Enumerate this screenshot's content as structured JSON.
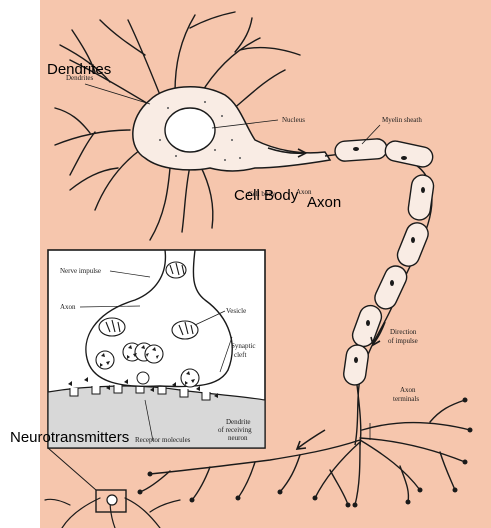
{
  "colors": {
    "background": "#f6c6ad",
    "page": "#ffffff",
    "ink": "#1a1a1a",
    "cell_fill": "#f9ece4",
    "inset_fill": "#ffffff",
    "receiving_neuron_fill": "#d8d8d8"
  },
  "labels": {
    "dendrites_overlay": "Dendrites",
    "dendrites_printed": "Dendrites",
    "nucleus": "Nucleus",
    "myelin_sheath": "Myelin sheath",
    "cell_body_overlay": "Cell Body",
    "cell_body_printed": "Cell body",
    "axon_overlay": "Axon",
    "axon_printed": "Axon",
    "direction_line1": "Direction",
    "direction_line2": "of impulse",
    "axon_terminals_line1": "Axon",
    "axon_terminals_line2": "terminals",
    "neurotransmitters_overlay": "Neurotransmitters"
  },
  "inset": {
    "nerve_impulse": "Nerve impulse",
    "axon": "Axon",
    "vesicle": "Vesicle",
    "synaptic_line1": "Synaptic",
    "synaptic_line2": "cleft",
    "receptor_molecules": "Receptor molecules",
    "dendrite_line1": "Dendrite",
    "dendrite_line2": "of receiving",
    "dendrite_line3": "neuron"
  }
}
